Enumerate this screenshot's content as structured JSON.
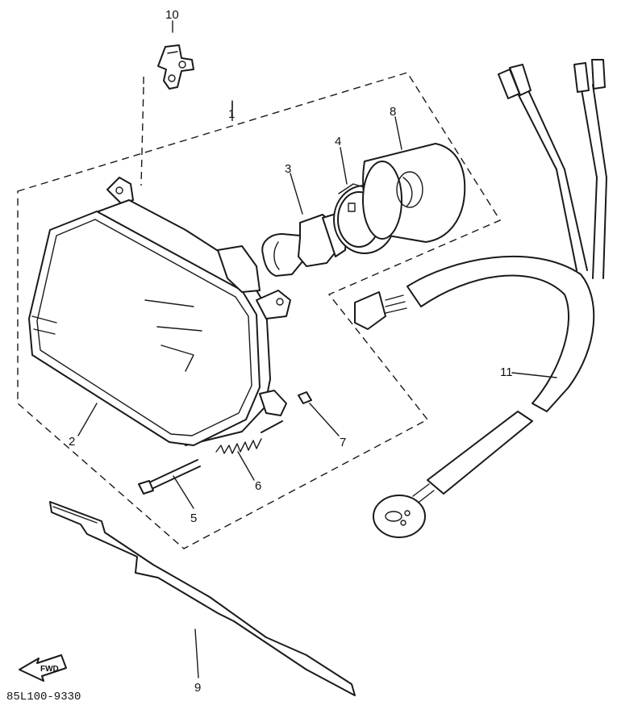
{
  "labels": {
    "p1": "1",
    "p2": "2",
    "p3": "3",
    "p4": "4",
    "p5": "5",
    "p6": "6",
    "p7": "7",
    "p8": "8",
    "p9": "9",
    "p10": "10",
    "p11": "11"
  },
  "fwd_arrow_text": "FWD",
  "diagram_code": "85L100-9330",
  "colors": {
    "ink": "#1a1a1a",
    "paper": "#ffffff"
  }
}
